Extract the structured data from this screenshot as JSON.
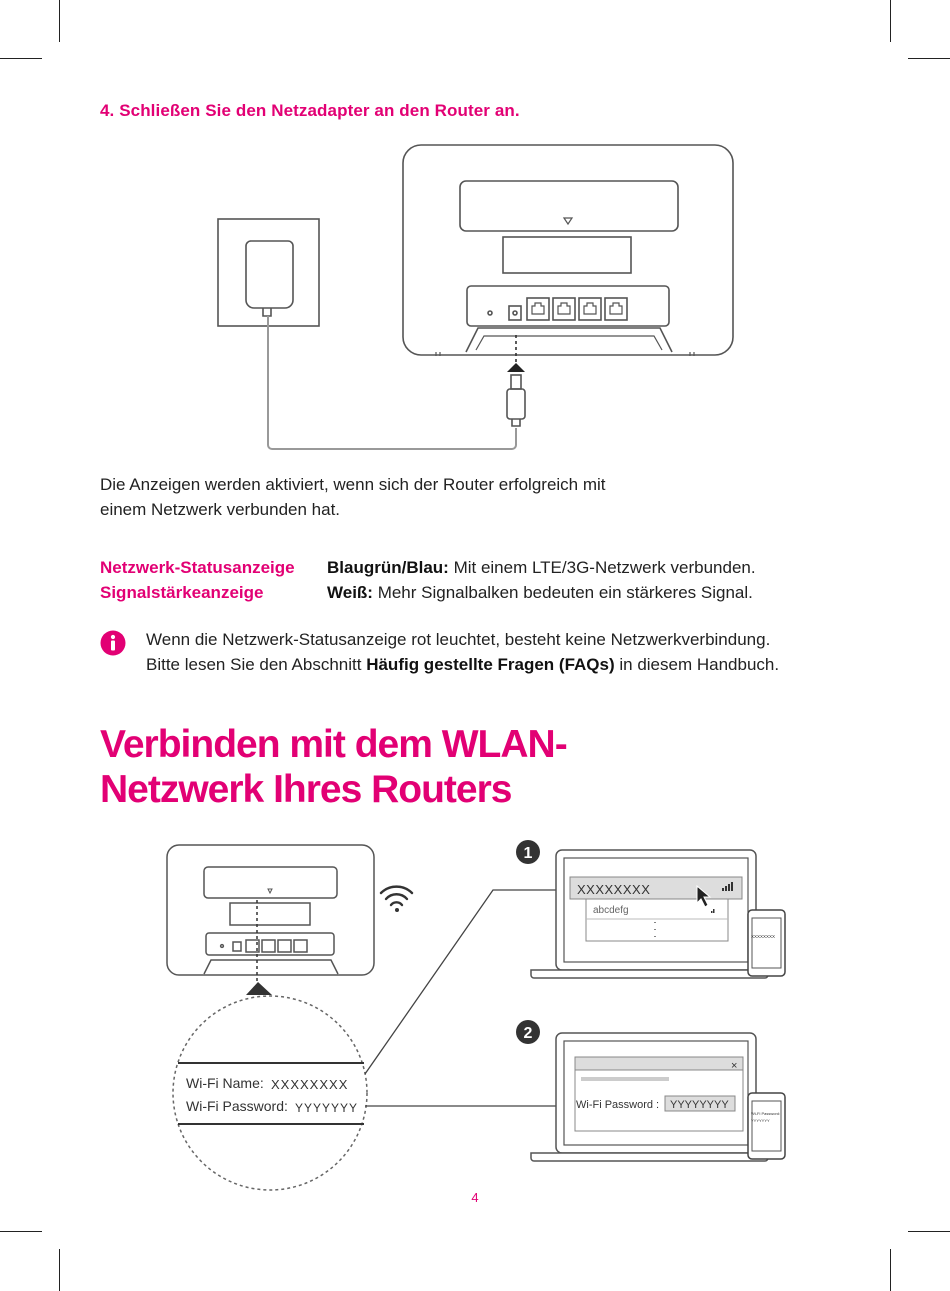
{
  "step": {
    "title": "4. Schließen Sie den Netzadapter an den Router an."
  },
  "intro": {
    "line1": "Die Anzeigen werden aktiviert, wenn sich der Router erfolgreich mit",
    "line2": "einem Netzwerk verbunden hat."
  },
  "legend": [
    {
      "key": "Netzwerk-Statusanzeige",
      "bold": "Blaugrün/Blau:",
      "text": " Mit einem LTE/3G-Netzwerk verbunden."
    },
    {
      "key": "Signalstärkeanzeige",
      "bold": "Weiß:",
      "text": " Mehr Signalbalken bedeuten ein stärkeres Signal."
    }
  ],
  "info": {
    "line1": "Wenn die Netzwerk-Statusanzeige rot leuchtet, besteht keine Netzwerkverbindung.",
    "line2_pre": "Bitte lesen Sie den Abschnitt ",
    "line2_bold": "Häufig gestellte Fragen (FAQs)",
    "line2_post": " in diesem Handbuch."
  },
  "heading": {
    "line1": "Verbinden mit dem WLAN-",
    "line2": "Netzwerk Ihres Routers"
  },
  "wifi_diagram": {
    "label_name": "Wi-Fi Name:",
    "value_name": "XXXXXXXX",
    "label_password": "Wi-Fi Password:",
    "value_password": "YYYYYYY",
    "step1_number": "1",
    "step2_number": "2",
    "network_selected": "XXXXXXXX",
    "network_other": "abcdefg",
    "phone1_text": "XXXXXXXX",
    "dialog_password_label": "Wi-Fi Password :",
    "dialog_password_value": "YYYYYYYY",
    "dialog_close": "×",
    "phone2_label": "Wi-Fi Password:",
    "phone2_value": "YYYYYYY"
  },
  "footer": {
    "page_number": "4"
  },
  "colors": {
    "accent": "#e20074",
    "text": "#222222"
  },
  "icons": [
    "info-icon",
    "wifi-icon",
    "cursor-icon",
    "signal-icon"
  ]
}
